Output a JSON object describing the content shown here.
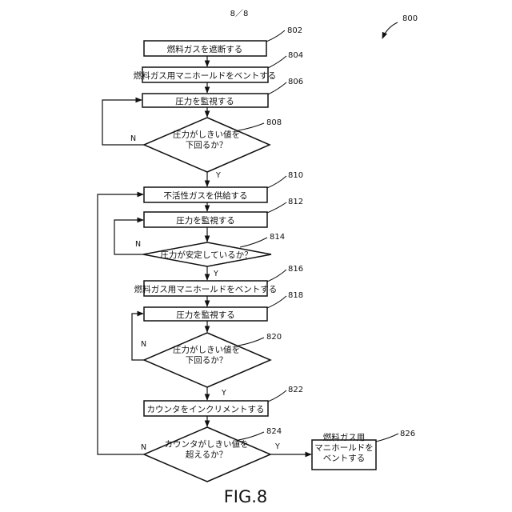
{
  "page_header": "8／8",
  "figure_ref": "800",
  "figure_caption": "FIG.8",
  "yes_label": "Y",
  "no_label": "N",
  "steps": [
    {
      "ref": "802",
      "lines": [
        "燃料ガスを遮断する"
      ]
    },
    {
      "ref": "804",
      "lines": [
        "燃料ガス用マニホールドをベントする"
      ]
    },
    {
      "ref": "806",
      "lines": [
        "圧力を監視する"
      ]
    },
    {
      "ref": "808",
      "lines": [
        "圧力がしきい値を",
        "下回るか？"
      ]
    },
    {
      "ref": "810",
      "lines": [
        "不活性ガスを供給する"
      ]
    },
    {
      "ref": "812",
      "lines": [
        "圧力を監視する"
      ]
    },
    {
      "ref": "814",
      "lines": [
        "圧力が安定しているか？"
      ]
    },
    {
      "ref": "816",
      "lines": [
        "燃料ガス用マニホールドをベントする"
      ]
    },
    {
      "ref": "818",
      "lines": [
        "圧力を監視する"
      ]
    },
    {
      "ref": "820",
      "lines": [
        "圧力がしきい値を",
        "下回るか？"
      ]
    },
    {
      "ref": "822",
      "lines": [
        "カウンタをインクリメントする"
      ]
    },
    {
      "ref": "824",
      "lines": [
        "カウンタがしきい値を",
        "超えるか？"
      ]
    },
    {
      "ref": "826",
      "lines": [
        "燃料ガス用",
        "マニホールドを",
        "ベントする"
      ]
    }
  ]
}
